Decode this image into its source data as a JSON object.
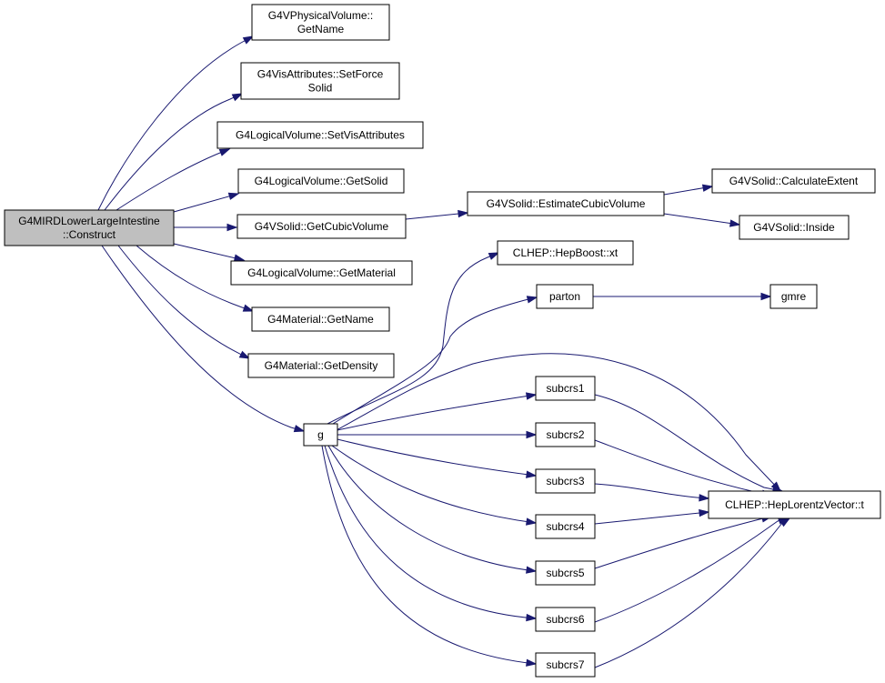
{
  "nodes": [
    {
      "id": "construct",
      "lines": [
        "G4MIRDLowerLargeIntestine",
        "::Construct"
      ],
      "root": true
    },
    {
      "id": "getname_pv",
      "lines": [
        "G4VPhysicalVolume::",
        "GetName"
      ]
    },
    {
      "id": "setforcesolid",
      "lines": [
        "G4VisAttributes::SetForce",
        "Solid"
      ]
    },
    {
      "id": "setvisattr",
      "lines": [
        "G4LogicalVolume::SetVisAttributes"
      ]
    },
    {
      "id": "getsolid",
      "lines": [
        "G4LogicalVolume::GetSolid"
      ]
    },
    {
      "id": "getcubicvolume",
      "lines": [
        "G4VSolid::GetCubicVolume"
      ]
    },
    {
      "id": "getmaterial",
      "lines": [
        "G4LogicalVolume::GetMaterial"
      ]
    },
    {
      "id": "matgetname",
      "lines": [
        "G4Material::GetName"
      ]
    },
    {
      "id": "getdensity",
      "lines": [
        "G4Material::GetDensity"
      ]
    },
    {
      "id": "g",
      "lines": [
        "g"
      ]
    },
    {
      "id": "estimatecubicvolume",
      "lines": [
        "G4VSolid::EstimateCubicVolume"
      ]
    },
    {
      "id": "calculateextent",
      "lines": [
        "G4VSolid::CalculateExtent"
      ]
    },
    {
      "id": "inside",
      "lines": [
        "G4VSolid::Inside"
      ]
    },
    {
      "id": "hepboost",
      "lines": [
        "CLHEP::HepBoost::xt"
      ]
    },
    {
      "id": "parton",
      "lines": [
        "parton"
      ]
    },
    {
      "id": "gmre",
      "lines": [
        "gmre"
      ]
    },
    {
      "id": "subcrs1",
      "lines": [
        "subcrs1"
      ]
    },
    {
      "id": "subcrs2",
      "lines": [
        "subcrs2"
      ]
    },
    {
      "id": "subcrs3",
      "lines": [
        "subcrs3"
      ]
    },
    {
      "id": "subcrs4",
      "lines": [
        "subcrs4"
      ]
    },
    {
      "id": "subcrs5",
      "lines": [
        "subcrs5"
      ]
    },
    {
      "id": "subcrs6",
      "lines": [
        "subcrs6"
      ]
    },
    {
      "id": "subcrs7",
      "lines": [
        "subcrs7"
      ]
    },
    {
      "id": "hlvt",
      "lines": [
        "CLHEP::HepLorentzVector::t"
      ]
    }
  ],
  "edges": [
    {
      "from": "construct",
      "to": "getname_pv"
    },
    {
      "from": "construct",
      "to": "setforcesolid"
    },
    {
      "from": "construct",
      "to": "setvisattr"
    },
    {
      "from": "construct",
      "to": "getsolid"
    },
    {
      "from": "construct",
      "to": "getcubicvolume"
    },
    {
      "from": "construct",
      "to": "getmaterial"
    },
    {
      "from": "construct",
      "to": "matgetname"
    },
    {
      "from": "construct",
      "to": "getdensity"
    },
    {
      "from": "construct",
      "to": "g"
    },
    {
      "from": "getcubicvolume",
      "to": "estimatecubicvolume"
    },
    {
      "from": "estimatecubicvolume",
      "to": "calculateextent"
    },
    {
      "from": "estimatecubicvolume",
      "to": "inside"
    },
    {
      "from": "g",
      "to": "hepboost"
    },
    {
      "from": "g",
      "to": "parton"
    },
    {
      "from": "parton",
      "to": "gmre"
    },
    {
      "from": "g",
      "to": "hlvt"
    },
    {
      "from": "g",
      "to": "subcrs1"
    },
    {
      "from": "g",
      "to": "subcrs2"
    },
    {
      "from": "g",
      "to": "subcrs3"
    },
    {
      "from": "g",
      "to": "subcrs4"
    },
    {
      "from": "g",
      "to": "subcrs5"
    },
    {
      "from": "g",
      "to": "subcrs6"
    },
    {
      "from": "g",
      "to": "subcrs7"
    },
    {
      "from": "subcrs1",
      "to": "hlvt"
    },
    {
      "from": "subcrs2",
      "to": "hlvt"
    },
    {
      "from": "subcrs3",
      "to": "hlvt"
    },
    {
      "from": "subcrs4",
      "to": "hlvt"
    },
    {
      "from": "subcrs5",
      "to": "hlvt"
    },
    {
      "from": "subcrs6",
      "to": "hlvt"
    },
    {
      "from": "subcrs7",
      "to": "hlvt"
    }
  ]
}
